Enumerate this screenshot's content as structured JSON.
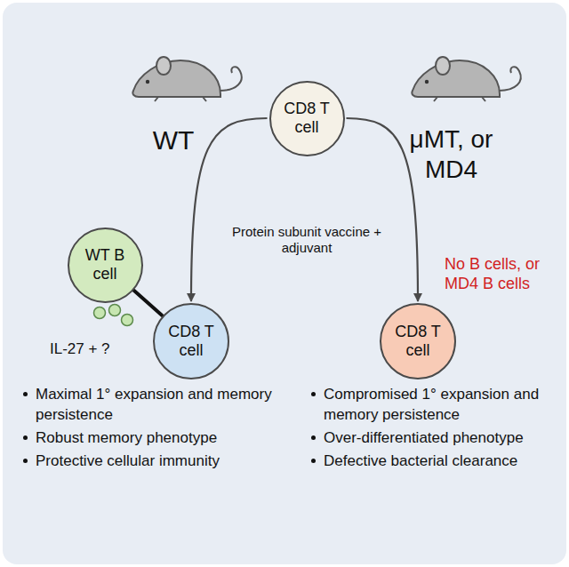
{
  "diagram": {
    "nodes": [
      {
        "text": [
          "CD8 T cell"
        ]
      },
      {
        "text": [
          "WT B cell"
        ]
      },
      {
        "text": [
          "CD8 T cell"
        ]
      },
      {
        "text": [
          "CD8 T cell"
        ]
      }
    ],
    "edges": [
      {
        "from": 0,
        "to": 2,
        "arrow": "to"
      },
      {
        "from": 0,
        "to": 3,
        "arrow": "to"
      },
      {
        "from": 1,
        "to": 2,
        "arrow": "none"
      }
    ],
    "labels": [
      "WT",
      "μMT, or MD4",
      "Protein subunit vaccine + adjuvant",
      "IL-27 + ?",
      "No B cells, or MD4 B cells",
      "Maximal 1° expansion and memory persistence",
      "Robust memory phenotype",
      "Protective cellular immunity",
      "Compromised 1° expansion and memory persistence",
      "Over-differentiated phenotype",
      "Defective bacterial clearance"
    ]
  }
}
